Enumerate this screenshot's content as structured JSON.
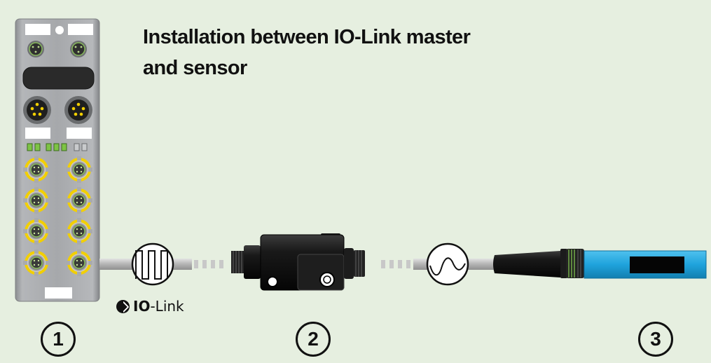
{
  "title": {
    "line1": "Installation between IO-Link master",
    "line2": "and sensor"
  },
  "callouts": [
    "1",
    "2",
    "3"
  ],
  "protocol_label": {
    "bold": "IO",
    "rest": "-Link"
  },
  "colors": {
    "background": "#e6efe0",
    "master_housing": "#a9abae",
    "port_yellow": "#f2cf00",
    "led_green": "#7ec445",
    "sensor_blue": "#1fa3dc",
    "adapter_body": "#1b1b1b",
    "cable_grey": "#bcbcbc"
  },
  "components": [
    {
      "name": "IO-Link master",
      "icon": "module-icon"
    },
    {
      "name": "signal converter adapter",
      "icon": "adapter-icon"
    },
    {
      "name": "analog sensor",
      "icon": "sensor-icon"
    }
  ],
  "signals": [
    {
      "type": "digital",
      "icon": "square-wave-icon"
    },
    {
      "type": "analog",
      "icon": "sine-wave-icon"
    }
  ]
}
